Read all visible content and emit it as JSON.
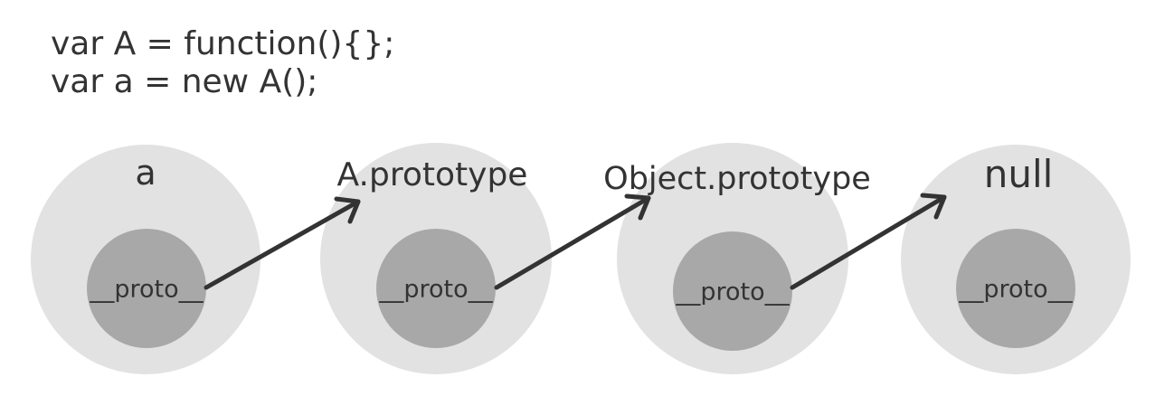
{
  "code": {
    "line1": "var A = function(){};",
    "line2": "var a = new A();"
  },
  "nodes": [
    {
      "title": "a",
      "inner_label": "__proto__"
    },
    {
      "title": "A.prototype",
      "inner_label": "__proto__"
    },
    {
      "title": "Object.prototype",
      "inner_label": "__proto__"
    },
    {
      "title": "null",
      "inner_label": "__proto__"
    }
  ],
  "colors": {
    "outer_circle": "#e2e2e2",
    "inner_circle": "#a8a8a8",
    "arrow": "#333333",
    "text": "#333333"
  }
}
